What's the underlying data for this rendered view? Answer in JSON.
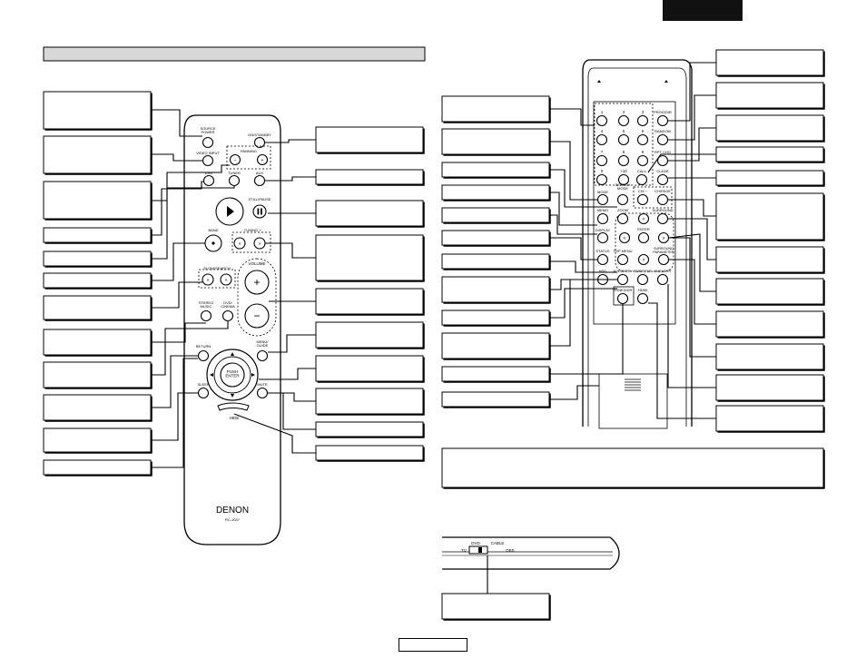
{
  "header": {
    "language_tag": "",
    "section_bar": ""
  },
  "page_number": "",
  "remote_left": {
    "buttons": {
      "source_power": "SOURCE\nPOWER",
      "on_standby": "ON/STANDBY",
      "video_input": "VIDEO INPUT",
      "panning": "PANNING",
      "dvd": "DVD",
      "tuner": "TUNER",
      "aux": "AUX",
      "still_pause": "STILL/PAUSE",
      "band": "BAND",
      "tuning": "- TUNING +",
      "volume": "VOLUME",
      "slow_search": "SLOW/SEARCH",
      "stereo_music": "STEREO\nMUSIC",
      "dvd_cinema": "DVD/\nCINEMA",
      "menu_guide": "MENU/\nGUIDE",
      "return": "RETURN",
      "push_enter": "PUSH\nENTER",
      "sleep": "SLEEP",
      "mute": "MUTE",
      "hide": "HIDE"
    },
    "brand": "DENON",
    "model": "RC-1047"
  },
  "remote_right": {
    "buttons": {
      "digits": [
        "1",
        "2",
        "3",
        "4",
        "5",
        "6",
        "7",
        "8",
        "9",
        "0",
        "+10"
      ],
      "prog_dir": "PROG/DIR",
      "random": "RANDOM",
      "rpt_chg": "RPT CHG",
      "call": "CALL",
      "clear": "CLEAR",
      "search_mode": "SEARCH\nMODE",
      "mode": "MODE",
      "ch_minus": "CH/ −",
      "ch_plus": "CH/PAGE",
      "memo": "MEMO",
      "zoom": "ZOOM",
      "surround": "SURROUND",
      "display": "DISPLAY",
      "enter": "ENTER",
      "surround_param": "SURROUND\nPARAMETER",
      "status": "STATUS",
      "top_menu": "TOP MENU",
      "hdd": "HDD",
      "audio_pty": "AUDIO/PTY",
      "subtitle": "SUBTITLE",
      "angle_rt": "ANGLE/RT",
      "zone_ddr": "ZONE/DDR",
      "hdmi": "HDMI"
    }
  },
  "switch_strip": {
    "tv": "TV",
    "dvd": "DVD",
    "cable": "CABLE",
    "dbs": "DBS"
  }
}
